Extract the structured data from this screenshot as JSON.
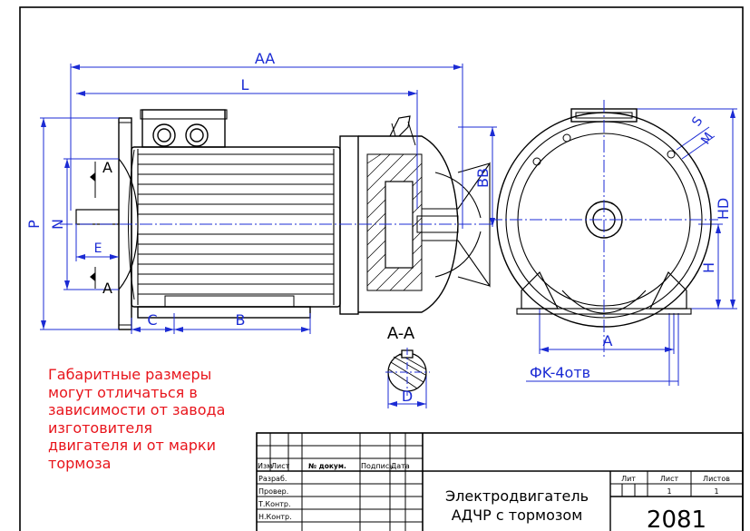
{
  "dims": {
    "aa": "AA",
    "l": "L",
    "bb": "BB",
    "p": "P",
    "n": "N",
    "e": "E",
    "c": "C",
    "b": "B",
    "hd": "HD",
    "h": "H",
    "a": "A",
    "s": "S",
    "m": "M",
    "d": "D",
    "fk": "ФK-4отв",
    "section_mark": "A",
    "section_title": "A-A"
  },
  "note_lines": [
    "Габаритные размеры",
    "могут отличаться в",
    "зависимости от завода",
    "изготовителя",
    "двигателя и от марки",
    "тормоза"
  ],
  "title_block": {
    "cols": [
      "Изм",
      "Лист",
      "№ докум.",
      "Подпись",
      "Дата"
    ],
    "rows": [
      "Разраб.",
      "Провер.",
      "Т.Контр.",
      "Н.Контр."
    ],
    "title_line1": "Электродвигатель",
    "title_line2": "АДЧР с тормозом",
    "lit_label": "Лит",
    "sheet_label": "Лист",
    "sheets_label": "Листов",
    "sheet_value": "1",
    "sheets_value": "1",
    "number": "2081"
  }
}
